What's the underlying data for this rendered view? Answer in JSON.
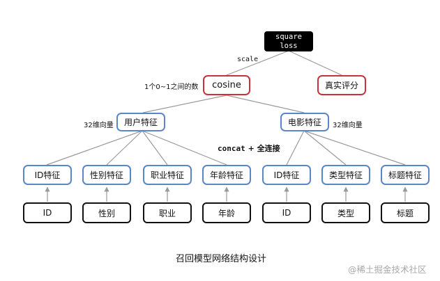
{
  "root": {
    "line1": "square",
    "line2": "loss"
  },
  "cosine": "cosine",
  "rating": "真实评分",
  "user_feature": "用户特征",
  "movie_feature": "电影特征",
  "labels": {
    "scale": "scale",
    "range": "1个0~1之间的数",
    "user_dim": "32维向量",
    "movie_dim": "32维向量",
    "concat_a": "concat",
    "concat_b": " + 全连接"
  },
  "feature_boxes": [
    "ID特征",
    "性别特征",
    "职业特征",
    "年龄特征",
    "ID特征",
    "类型特征",
    "标题特征"
  ],
  "input_boxes": [
    "ID",
    "性别",
    "职业",
    "年龄",
    "ID",
    "类型",
    "标题"
  ],
  "caption": "召回模型网络结构设计",
  "watermark": "@稀土掘金技术社区",
  "colors": {
    "red_border": "#c8323b",
    "blue_border": "#5a86c6",
    "edge": "#9a9a9a",
    "root_fill": "#000000"
  }
}
